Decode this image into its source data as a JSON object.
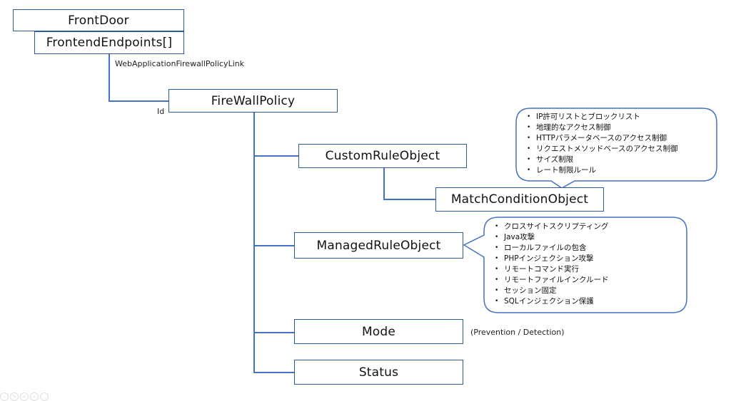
{
  "nodes": {
    "front_door": "FrontDoor",
    "frontend_endpoints": "FrontendEndpoints[]",
    "firewall_policy": "FireWallPolicy",
    "custom_rule_object": "CustomRuleObject",
    "match_condition_object": "MatchConditionObject",
    "managed_rule_object": "ManagedRuleObject",
    "mode": "Mode",
    "status": "Status"
  },
  "edge_labels": {
    "waf_policy_link": "WebApplicationFirewallPolicyLink",
    "id": "Id",
    "mode_values": "(Prevention / Detection)"
  },
  "match_condition_callout": {
    "items": [
      "IP許可リストとブロックリスト",
      "地理的なアクセス制御",
      "HTTPパラメータベースのアクセス制御",
      "リクエストメソッドベースのアクセス制御",
      "サイズ制限",
      "レート制限ルール"
    ]
  },
  "managed_rule_callout": {
    "items": [
      "クロスサイトスクリプティング",
      "Java攻撃",
      "ローカルファイルの包含",
      "PHPインジェクション攻撃",
      "リモートコマンド実行",
      "リモートファイルインクルード",
      "セッション固定",
      "SQLインジェクション保護"
    ]
  },
  "colors": {
    "connector": "#4472c4",
    "box_border": "#2e5a9c"
  },
  "footer_icons": [
    "nav-icon",
    "edit-icon",
    "zoom-icon",
    "search-icon",
    "more-icon"
  ]
}
